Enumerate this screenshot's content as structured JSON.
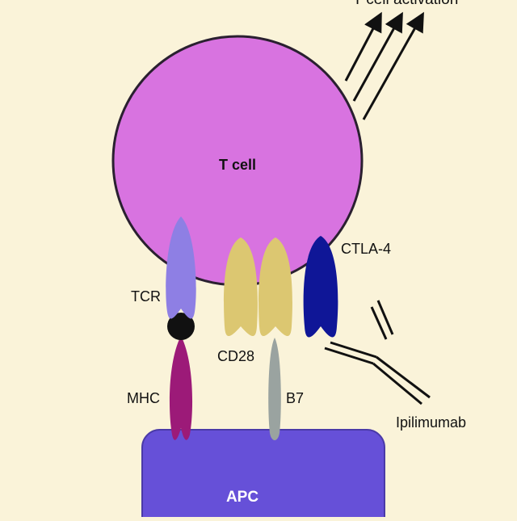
{
  "labels": {
    "activation": "T cell activation",
    "tcell": "T cell",
    "tcr": "TCR",
    "mhc": "MHC",
    "cd28": "CD28",
    "b7": "B7",
    "ctla4": "CTLA-4",
    "ipilimumab": "Ipilimumab",
    "apc": "APC"
  },
  "colors": {
    "background": "#faf3d9",
    "tcell": "#d873e0",
    "apc": "#6650d8",
    "tcr": "#8e7fe4",
    "mhc": "#9c1a78",
    "cd28": "#dcc771",
    "b7": "#9aa3a0",
    "ctla4": "#0f1697",
    "ligand": "#111111"
  }
}
